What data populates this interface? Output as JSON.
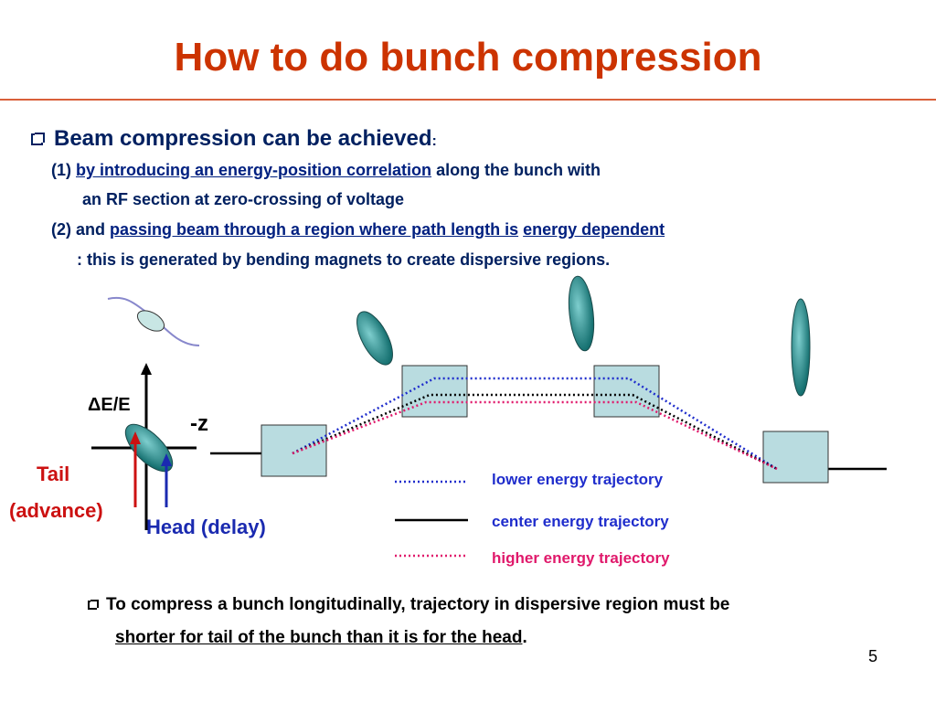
{
  "title": "How to do bunch compression",
  "heading": "Beam compression can be achieved",
  "heading_colon": ":",
  "line1_prefix": "(1)",
  "line1_link": "by introducing an energy-position correlation",
  "line1_suffix": "along the bunch with",
  "line2": "an RF section at zero-crossing of voltage",
  "line3_prefix": "(2) and",
  "line3_link1": "passing beam through a region where path length is",
  "line3_link2": "energy dependent",
  "line4": ": this is generated by bending magnets to create dispersive regions.",
  "diagram": {
    "de_label": "ΔE/E",
    "z_label": "-z",
    "tail_label": "Tail",
    "advance_label": "(advance)",
    "head_label": "Head (delay)"
  },
  "legend": [
    {
      "label": "lower energy trajectory",
      "color": "#1f2dcc",
      "style": "dotted"
    },
    {
      "label": "center energy trajectory",
      "color": "#1f2dcc",
      "line_color": "#000000",
      "style": "solid"
    },
    {
      "label": "higher energy trajectory",
      "color": "#e0196b",
      "style": "dotted"
    }
  ],
  "conclusion_line1": "To compress a bunch longitudinally,  trajectory in dispersive region must be",
  "conclusion_line2": "shorter for tail of the bunch than it is for the head",
  "conclusion_period": ".",
  "page_number": "5",
  "colors": {
    "title": "#cc3300",
    "text": "#002060",
    "magnet": "#b9dce0",
    "bunch": "#2a9a9a"
  }
}
